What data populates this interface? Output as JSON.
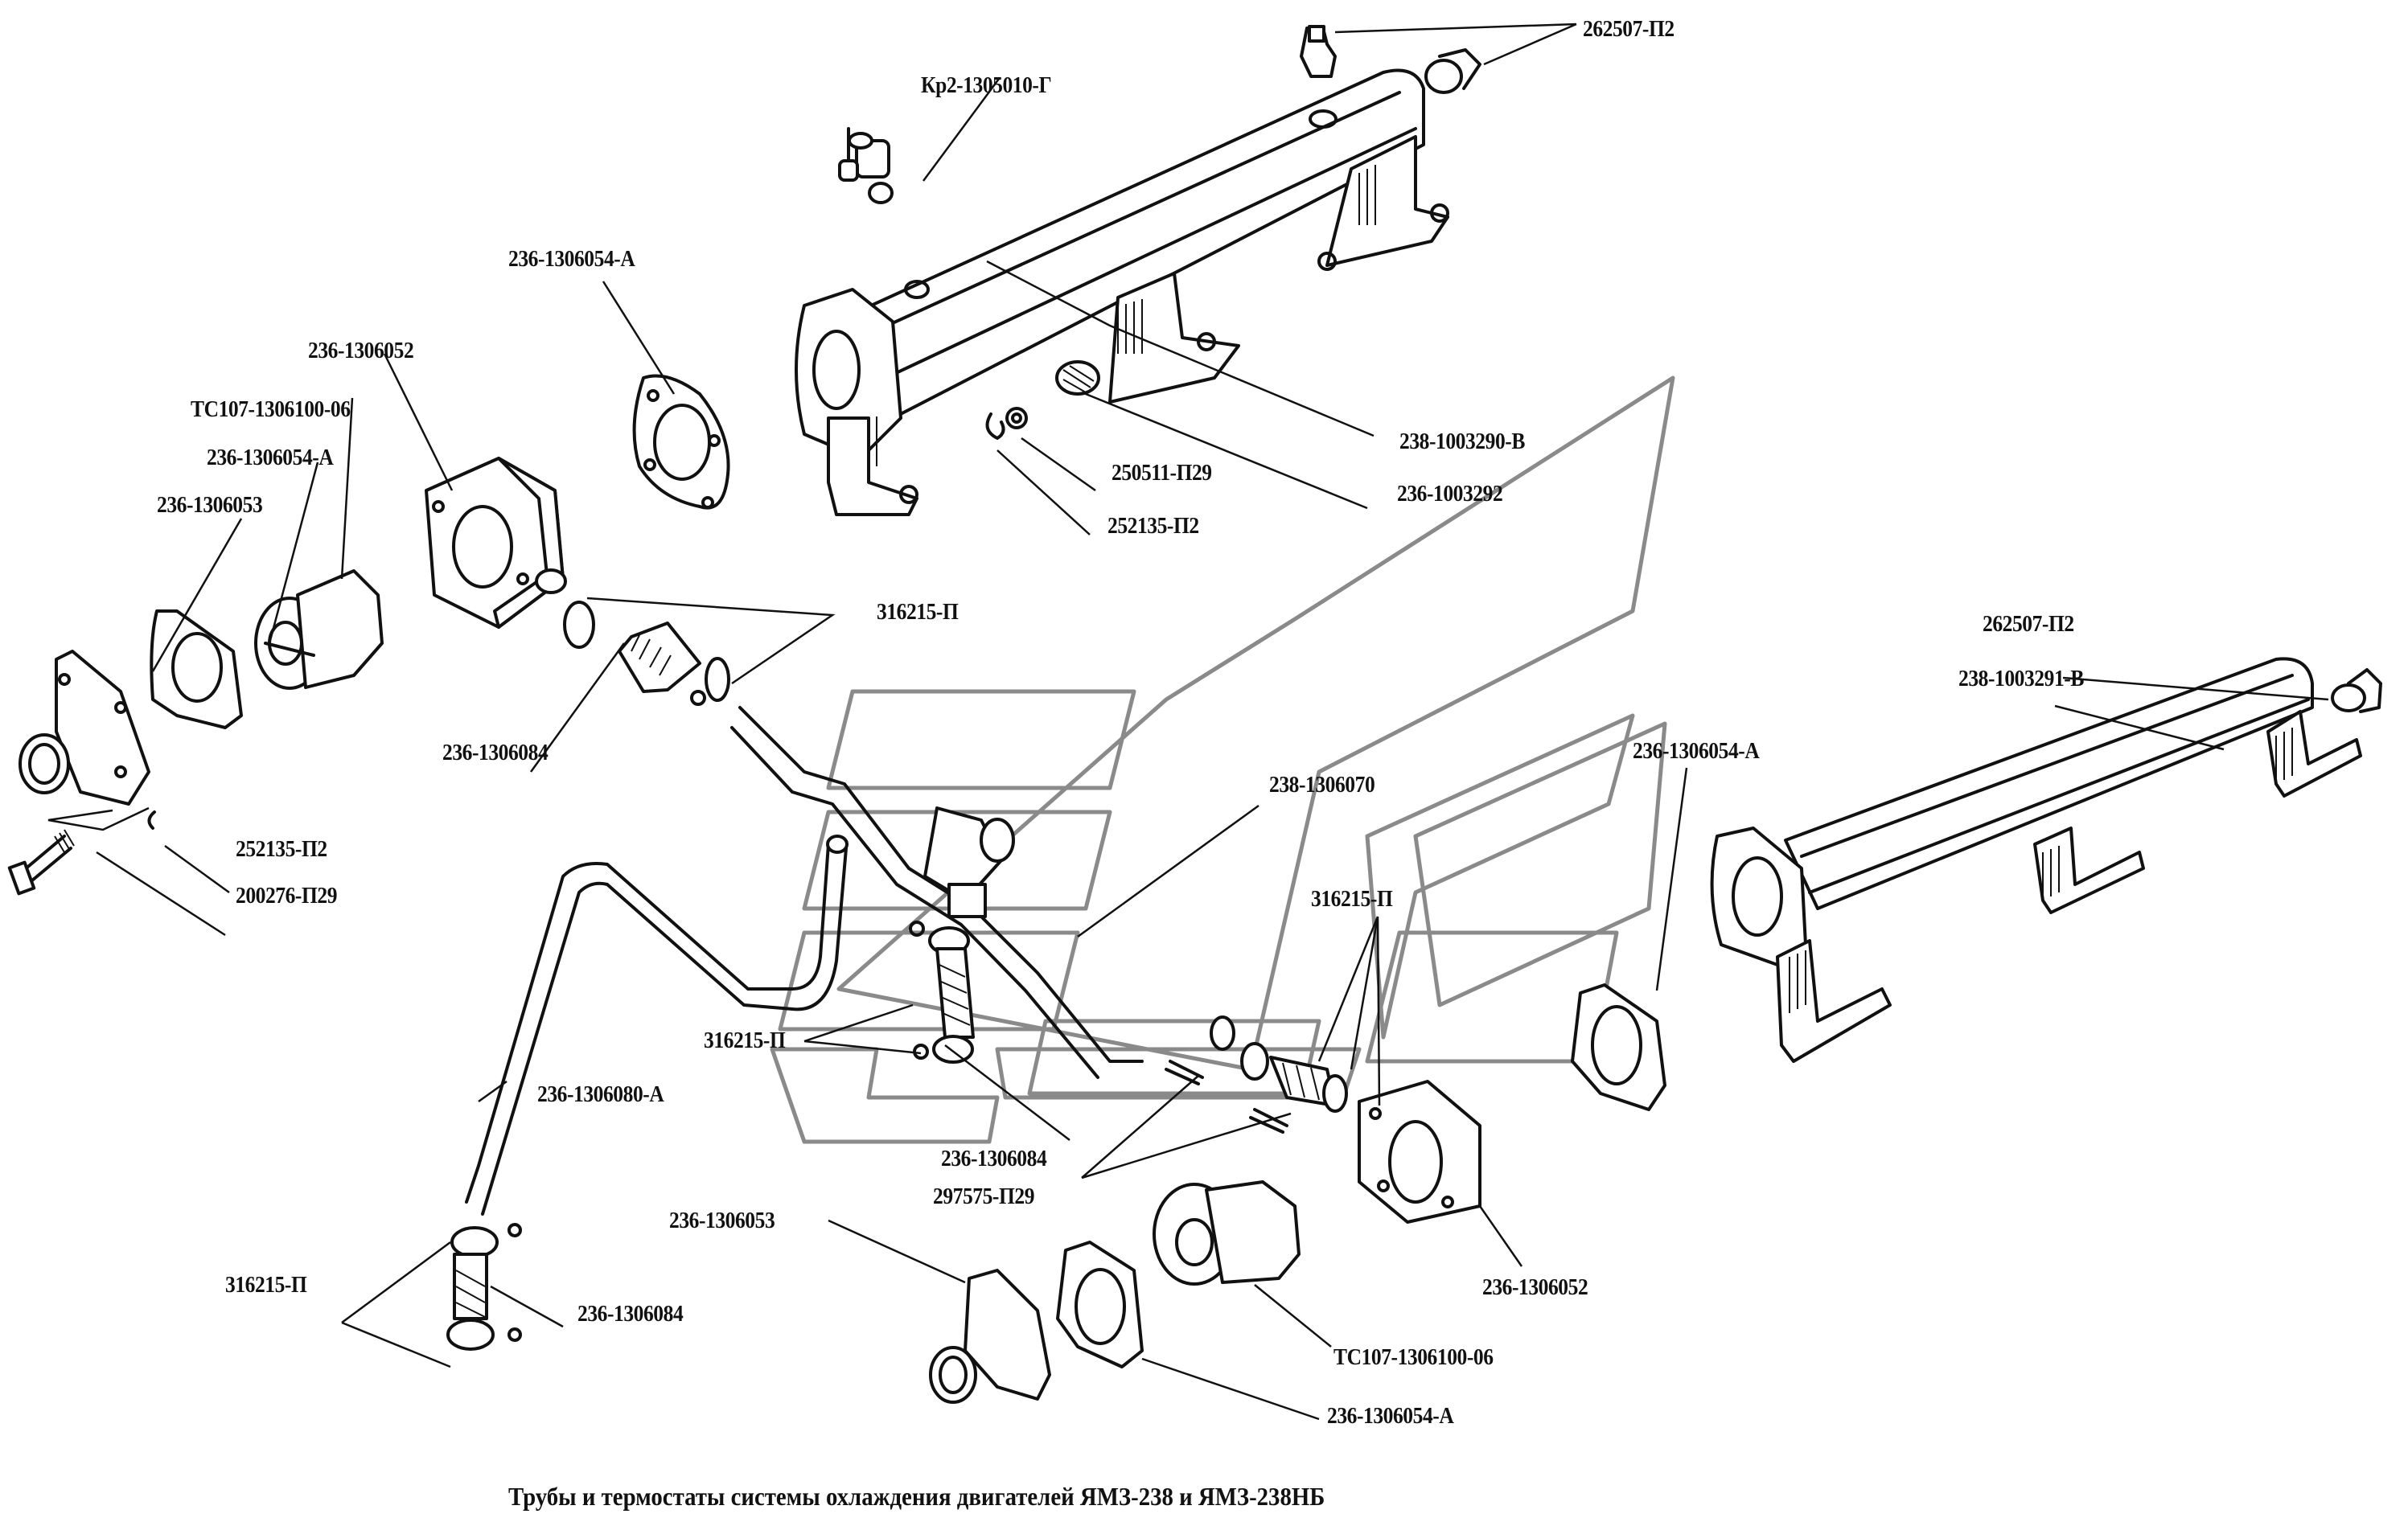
{
  "caption": "Трубы и термостаты системы охлаждения  двигателей ЯМЗ-238 и ЯМЗ-238НБ",
  "labels": {
    "plug_top_right": "262507-П2",
    "drain_cock": "Кр2-1305010-Г",
    "gasket_top": "236-1306054-А",
    "housing_left": "236-1306052",
    "thermostat_left": "ТС107-1306100-06",
    "gasket_left": "236-1306054-А",
    "cover_left": "236-1306053",
    "pipe_left_manifold": "238-1003290-В",
    "gasket_manifold": "236-1003292",
    "washer_manifold": "250511-П29",
    "lockwasher_manifold": "252135-П2",
    "clamp_upper": "316215-П",
    "hose_upper": "236-1306084",
    "lockwasher_left": "252135-П2",
    "bolt_left": "200276-П29",
    "plug_right": "262507-П2",
    "pipe_right_manifold": "238-1003291-В",
    "gasket_right_manifold": "236-1306054-А",
    "tee_pipe": "238-1306070",
    "clamp_right": "316215-П",
    "clamp_middle": "316215-П",
    "bypass_pipe": "236-1306080-А",
    "hose_middle": "236-1306084",
    "cotter_pin": "297575-П29",
    "cover_bottom": "236-1306053",
    "housing_right": "236-1306052",
    "thermostat_bottom": "ТС107-1306100-06",
    "gasket_bottom": "236-1306054-А",
    "clamp_bottom": "316215-П",
    "hose_bottom": "236-1306084"
  }
}
